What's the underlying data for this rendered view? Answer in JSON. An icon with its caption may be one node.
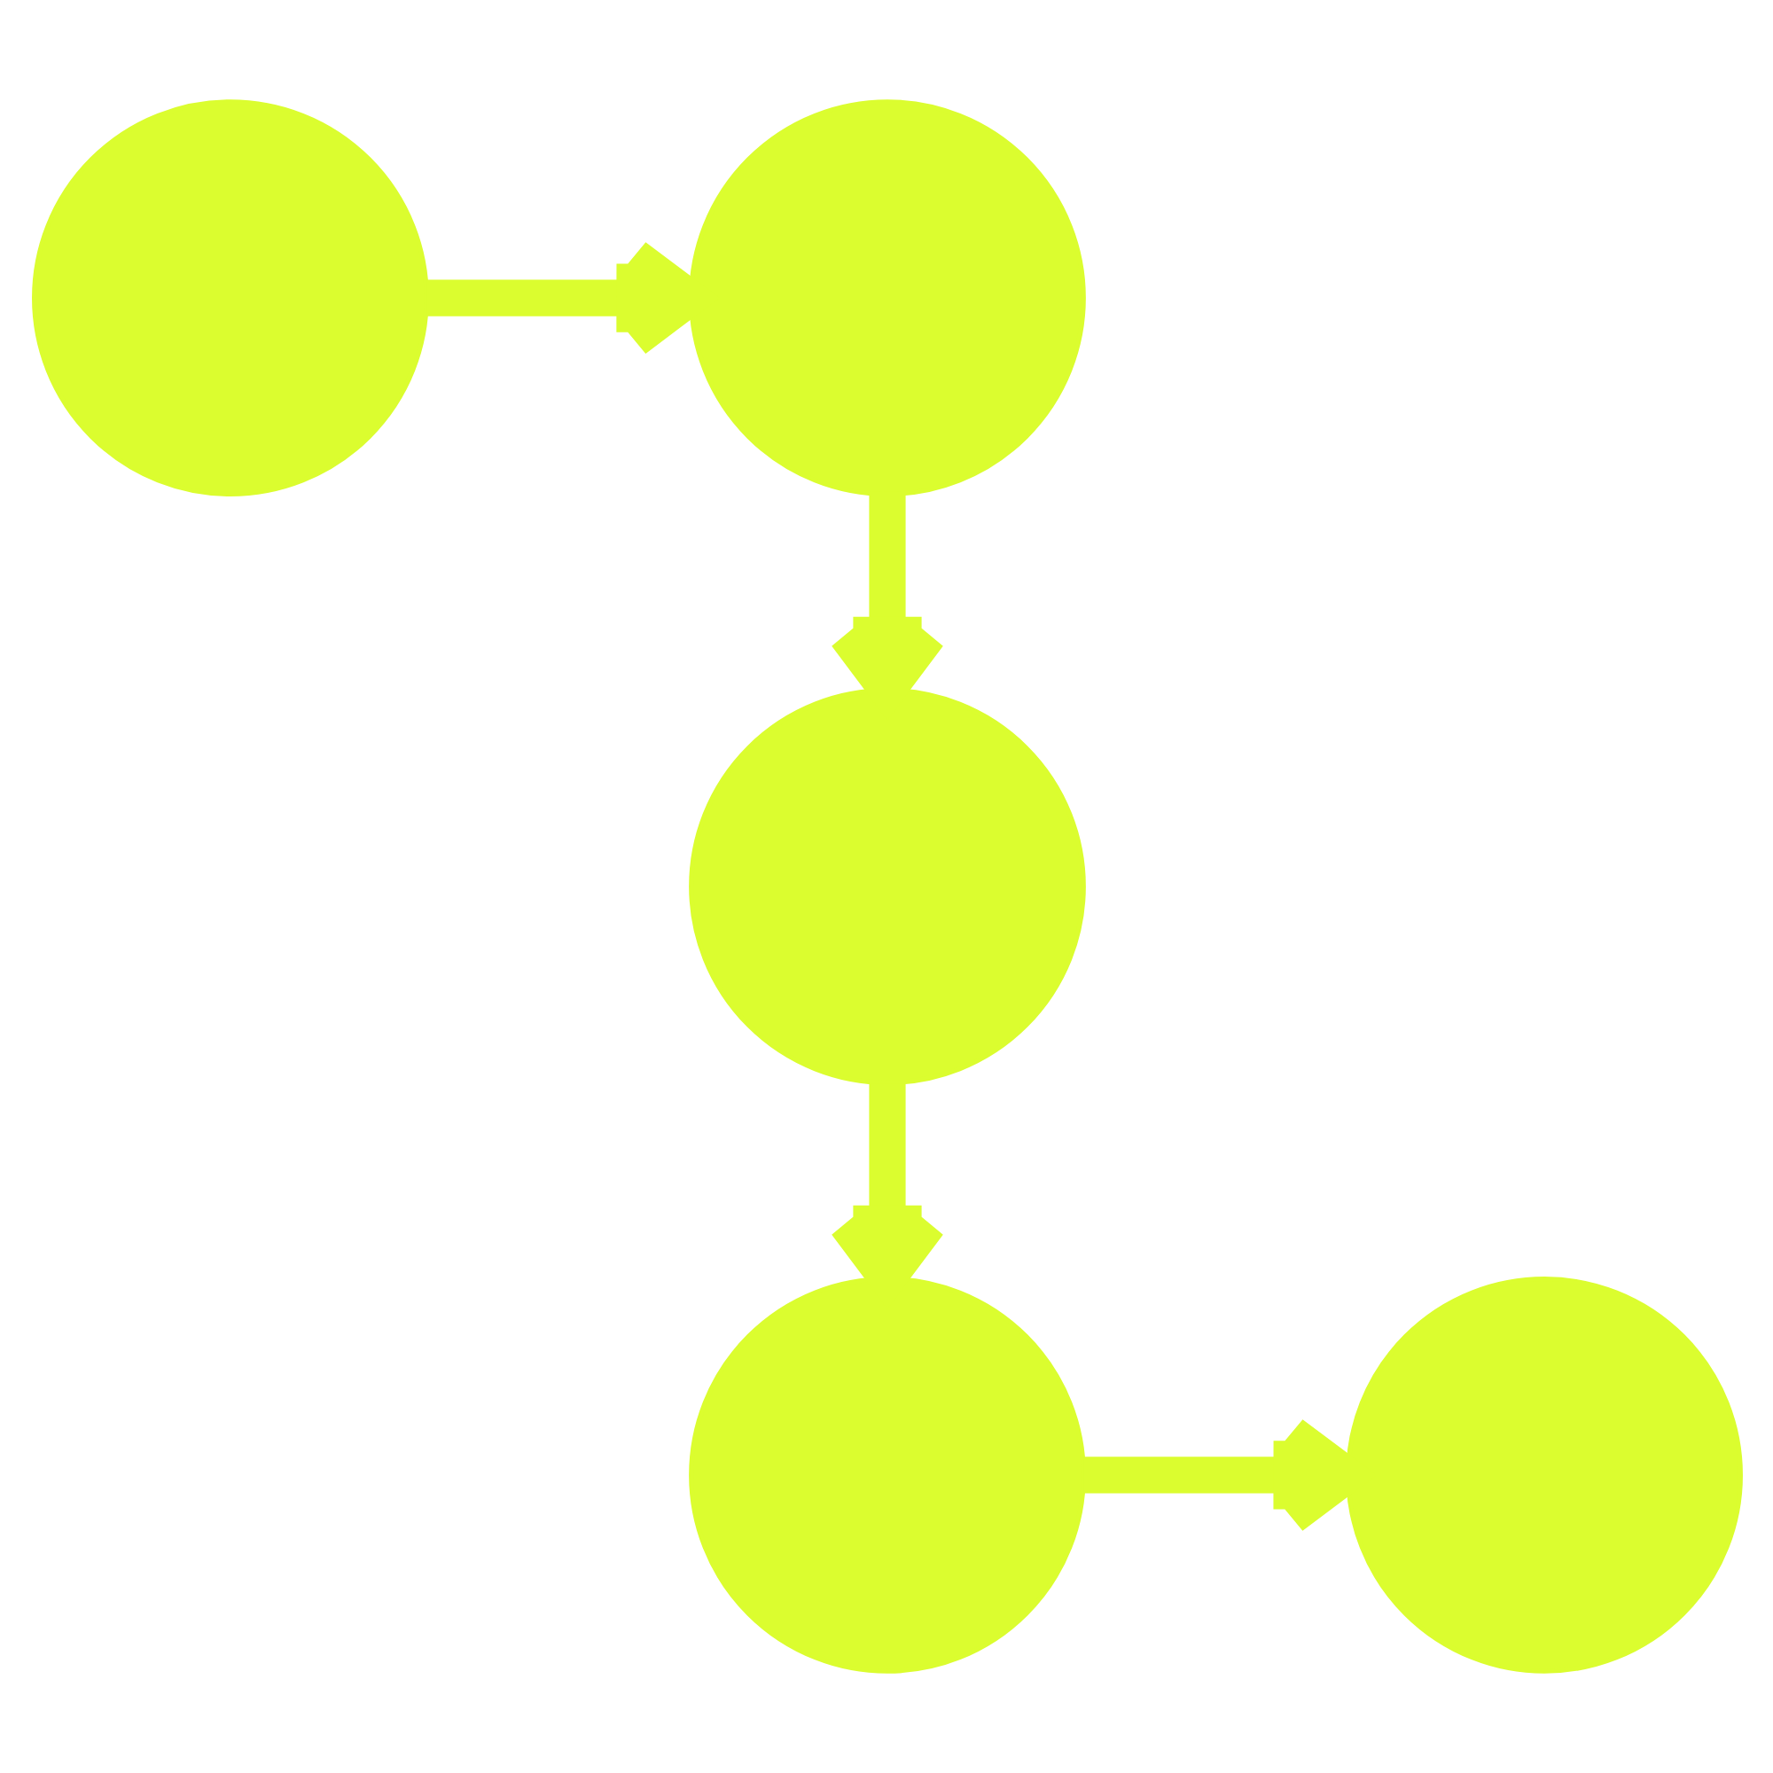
{
  "diagram": {
    "nodes": [
      {
        "text": [],
        "shape": "circle"
      },
      {
        "text": [],
        "shape": "circle"
      },
      {
        "text": [],
        "shape": "circle"
      },
      {
        "text": [],
        "shape": "circle"
      },
      {
        "text": [],
        "shape": "circle"
      }
    ],
    "edges": [
      {
        "from": 0,
        "to": 1,
        "arrow": "to"
      },
      {
        "from": 1,
        "to": 2,
        "arrow": "to"
      },
      {
        "from": 2,
        "to": 3,
        "arrow": "to"
      },
      {
        "from": 3,
        "to": 4,
        "arrow": "to"
      }
    ]
  }
}
